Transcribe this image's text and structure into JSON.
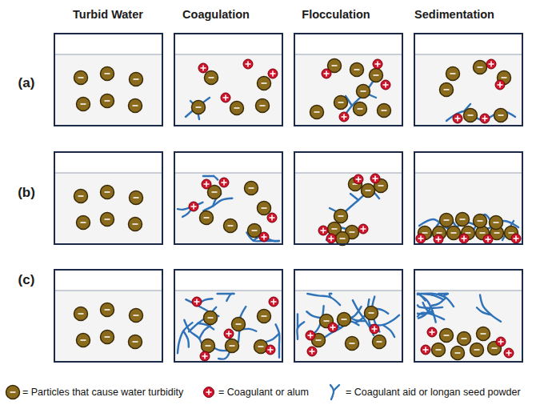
{
  "diagram": {
    "labels": [
      "Turbid Water",
      "Coagulation",
      "Flocculation",
      "Sedimentation",
      "(a)",
      "(b)",
      "(c)"
    ],
    "legend": [
      {
        "text": "= Particles that cause water turbidity"
      },
      {
        "text": "= Coagulant or alum"
      },
      {
        "text": "= Coagulant aid or longan seed powder"
      }
    ]
  }
}
